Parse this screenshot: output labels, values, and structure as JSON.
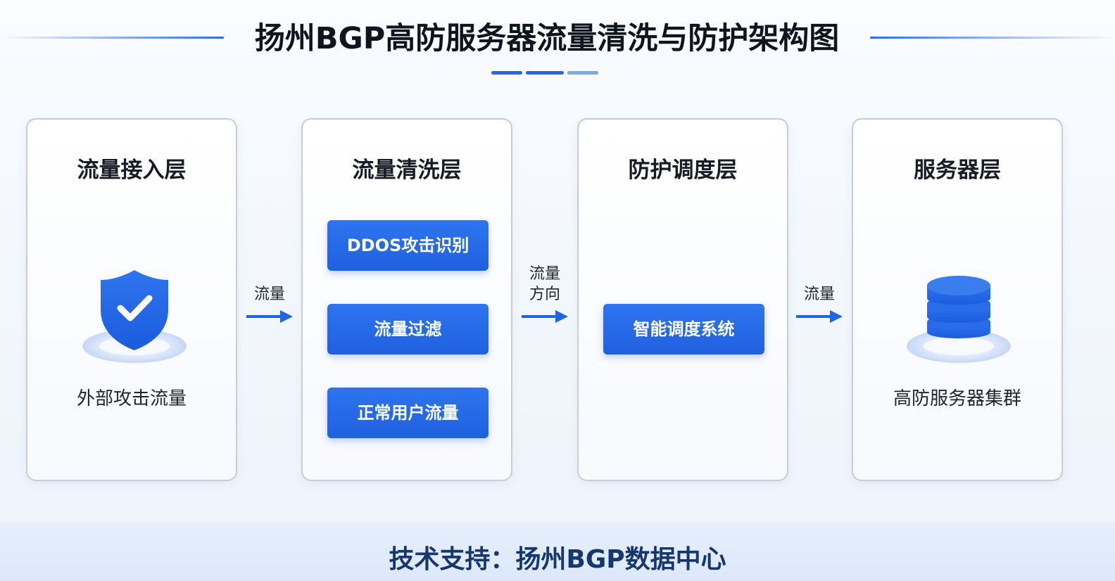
{
  "header": {
    "title": "扬州BGP高防服务器流量清洗与防护架构图"
  },
  "layers": [
    {
      "title": "流量接入层",
      "icon": "shield-check-icon",
      "caption": "外部攻击流量"
    },
    {
      "title": "流量清洗层",
      "modules": [
        "DDOS攻击识别",
        "流量过滤",
        "正常用户流量"
      ]
    },
    {
      "title": "防护调度层",
      "modules": [
        "智能调度系统"
      ]
    },
    {
      "title": "服务器层",
      "icon": "database-icon",
      "caption": "高防服务器集群"
    }
  ],
  "connectors": [
    {
      "label": "流量"
    },
    {
      "label_line1": "流量",
      "label_line2": "方向"
    },
    {
      "label": "流量"
    }
  ],
  "footer": {
    "text": "技术支持：扬州BGP数据中心"
  },
  "colors": {
    "accent": "#1f60e0",
    "arrow": "#1f66e6",
    "panel_border": "#c8ccd4"
  }
}
